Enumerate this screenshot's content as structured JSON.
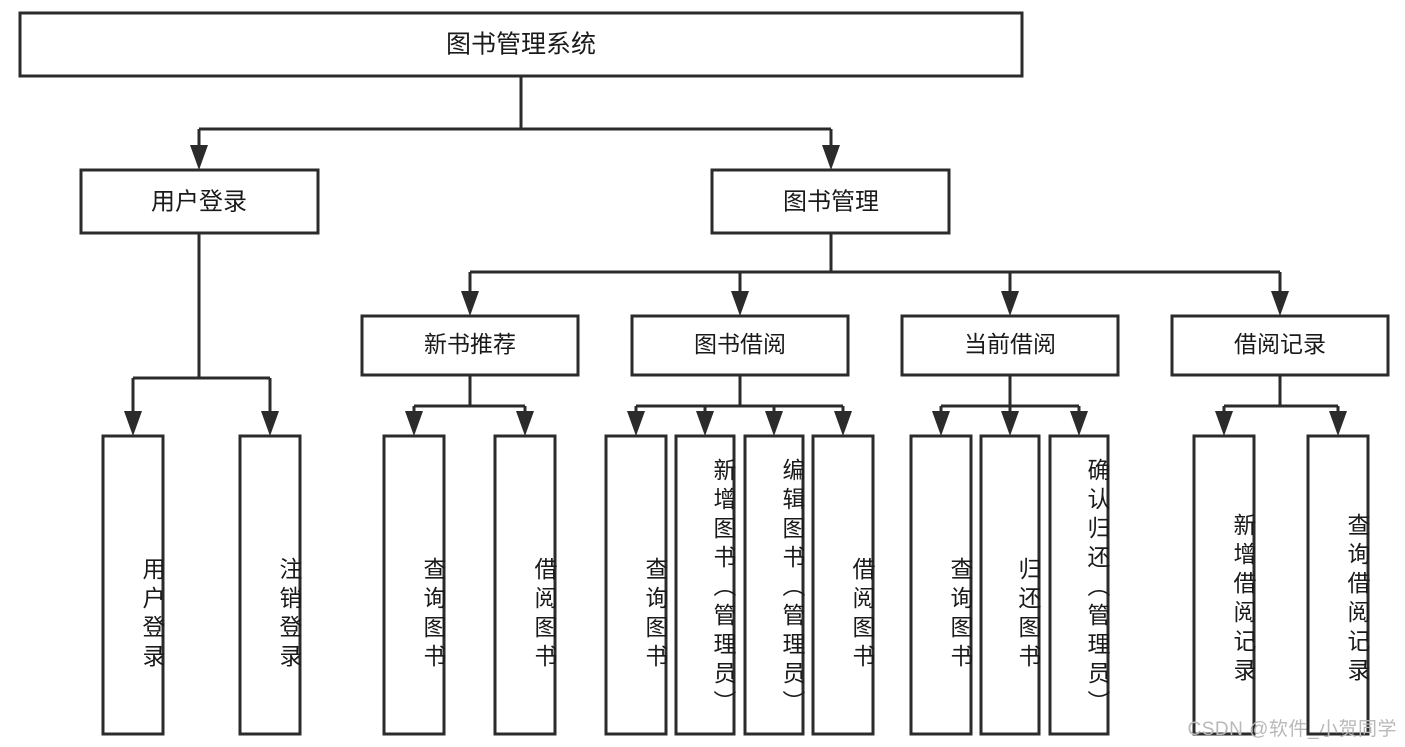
{
  "diagram": {
    "title": "图书管理系统",
    "type": "tree",
    "watermark": "CSDN @软件_小贺同学",
    "colors": {
      "stroke": "#2b2b2b",
      "box_fill": "#ffffff",
      "text": "#1a1a1a",
      "background": "#ffffff",
      "watermark": "#b9b9b9"
    },
    "nodes": {
      "root": {
        "label": "图书管理系统"
      },
      "level2": [
        {
          "label": "用户登录"
        },
        {
          "label": "图书管理"
        }
      ],
      "level3": [
        {
          "label": "新书推荐"
        },
        {
          "label": "图书借阅"
        },
        {
          "label": "当前借阅"
        },
        {
          "label": "借阅记录"
        }
      ],
      "leaves": [
        {
          "label": "用户登录",
          "parent": "用户登录"
        },
        {
          "label": "注销登录",
          "parent": "用户登录"
        },
        {
          "label": "查询图书",
          "parent": "新书推荐"
        },
        {
          "label": "借阅图书",
          "parent": "新书推荐"
        },
        {
          "label": "查询图书",
          "parent": "图书借阅"
        },
        {
          "label": "新增图书（管理员）",
          "parent": "图书借阅"
        },
        {
          "label": "编辑图书（管理员）",
          "parent": "图书借阅"
        },
        {
          "label": "借阅图书",
          "parent": "图书借阅"
        },
        {
          "label": "查询图书",
          "parent": "当前借阅"
        },
        {
          "label": "归还图书",
          "parent": "当前借阅"
        },
        {
          "label": "确认归还（管理员）",
          "parent": "当前借阅"
        },
        {
          "label": "新增借阅记录",
          "parent": "借阅记录"
        },
        {
          "label": "查询借阅记录",
          "parent": "借阅记录"
        }
      ]
    }
  }
}
